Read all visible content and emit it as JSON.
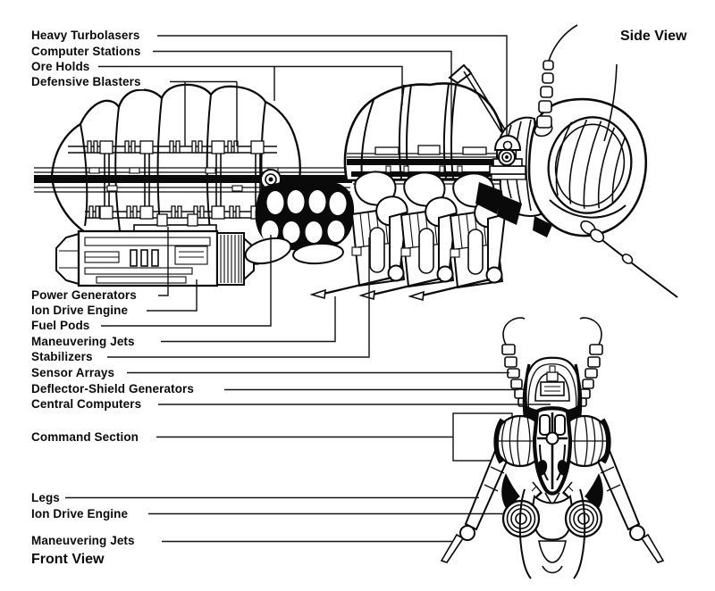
{
  "diagram": {
    "side_view_title": "Side View",
    "front_view_title": "Front View",
    "colors": {
      "ink": "#0a0a0a",
      "paper": "#ffffff"
    },
    "labels": {
      "heavy_turbolasers": "Heavy Turbolasers",
      "computer_stations": "Computer Stations",
      "ore_holds": "Ore Holds",
      "defensive_blasters": "Defensive Blasters",
      "power_generators": "Power Generators",
      "ion_drive_engine_side": "Ion Drive Engine",
      "fuel_pods": "Fuel Pods",
      "maneuvering_jets_side": "Maneuvering Jets",
      "stabilizers": "Stabilizers",
      "sensor_arrays": "Sensor Arrays",
      "deflector_shield_generators": "Deflector-Shield Generators",
      "central_computers": "Central Computers",
      "command_section": "Command Section",
      "legs": "Legs",
      "ion_drive_engine_front": "Ion Drive Engine",
      "maneuvering_jets_front": "Maneuvering Jets"
    }
  }
}
